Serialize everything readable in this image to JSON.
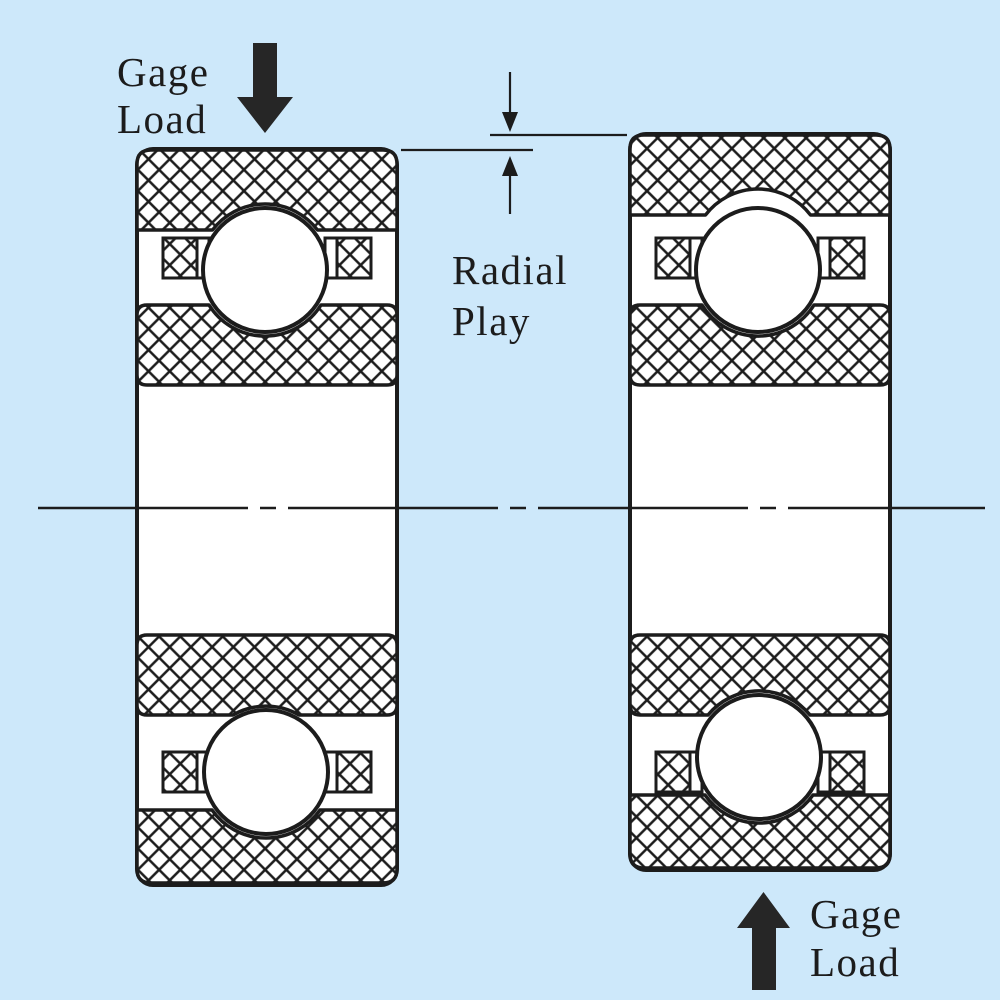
{
  "colors": {
    "background": "#cde8fa",
    "line": "#1c1c1c",
    "fill": "#ffffff",
    "arrow": "#262626"
  },
  "annotations": {
    "gage_load_top": {
      "line1": "Gage",
      "line2": "Load",
      "icon": "down-arrow-icon"
    },
    "gage_load_bottom": {
      "line1": "Gage",
      "line2": "Load",
      "icon": "up-arrow-icon"
    },
    "radial_play": {
      "line1": "Radial",
      "line2": "Play",
      "icon_upper": "down-arrow-icon",
      "icon_lower": "up-arrow-icon"
    }
  }
}
